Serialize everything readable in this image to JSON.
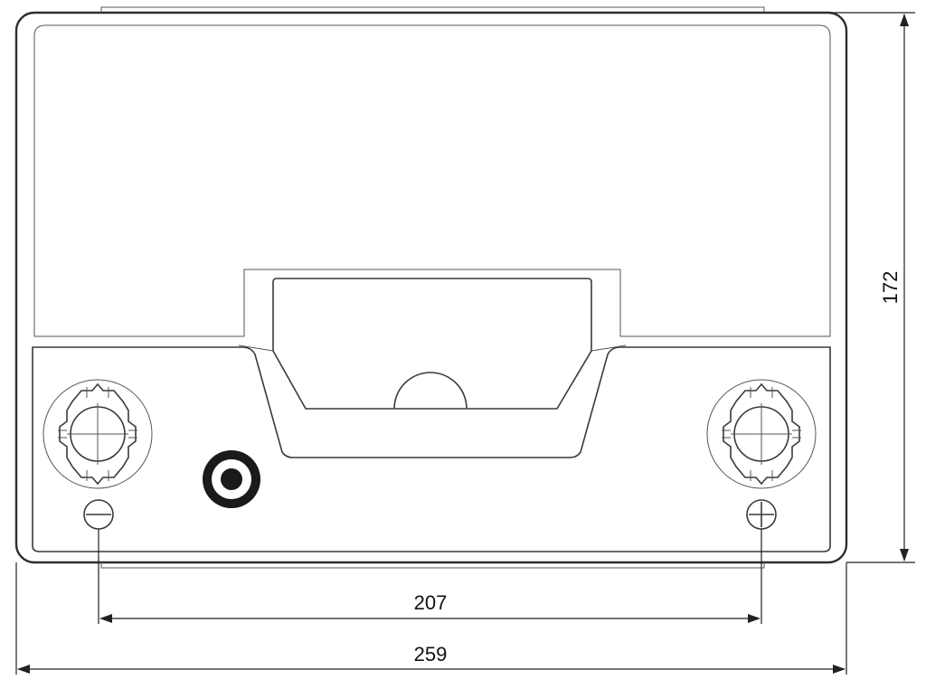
{
  "dimensions": {
    "terminal_spacing": {
      "value": "207"
    },
    "overall_length": {
      "value": "259"
    },
    "overall_width": {
      "value": "172"
    }
  },
  "colors": {
    "line": "#3a3a3a",
    "background": "#ffffff",
    "indicator": "#1a1a1a"
  },
  "icons": {
    "terminal_left": "battery-terminal-post",
    "terminal_right": "battery-terminal-post",
    "polarity_left": "minus-sign",
    "polarity_right": "plus-sign",
    "indicator": "state-of-charge-eye"
  }
}
